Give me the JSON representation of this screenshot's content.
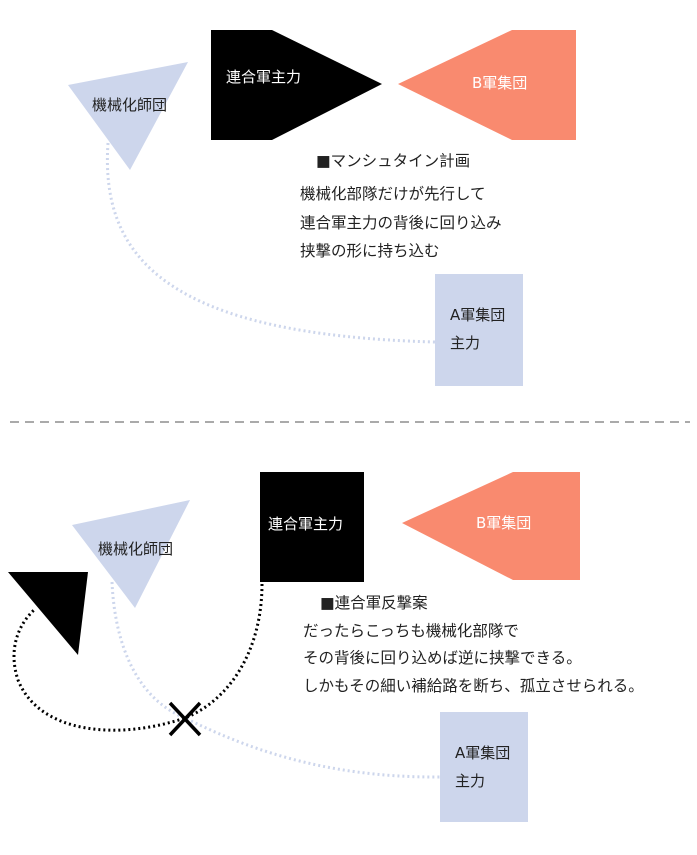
{
  "colors": {
    "allied": "#000000",
    "b_group": "#f98a6f",
    "a_group": "#cdd6ec",
    "mech": "#cdd6ec",
    "separator": "#aaaaaa"
  },
  "top": {
    "mech_label": "機械化師団",
    "allied_label": "連合軍主力",
    "b_label": "B軍集団",
    "a_label_1": "A軍集団",
    "a_label_2": "主力",
    "title": "■マンシュタイン計画",
    "lines": [
      "機械化部隊だけが先行して",
      "連合軍主力の背後に回り込み",
      "挟撃の形に持ち込む"
    ]
  },
  "bottom": {
    "mech_label": "機械化師団",
    "allied_label": "連合軍主力",
    "b_label": "B軍集団",
    "a_label_1": "A軍集団",
    "a_label_2": "主力",
    "title": "■連合軍反撃案",
    "lines": [
      "だったらこっちも機械化部隊で",
      "その背後に回り込めば逆に挟撃できる。",
      "しかもその細い補給路を断ち、孤立させられる。"
    ]
  }
}
